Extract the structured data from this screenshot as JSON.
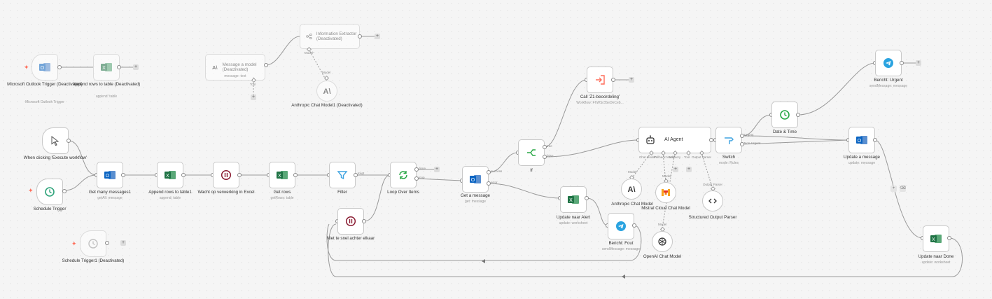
{
  "colors": {
    "wire": "#9a9a9a",
    "excel": "#1f7345",
    "outlook": "#0a64c2",
    "telegram": "#2aa3e0",
    "trigger_bolt": "#ff6d5a",
    "filter": "#3fa3e0",
    "loop": "#28a745",
    "wait": "#8a1c32"
  },
  "nodes": {
    "outlook_trigger": {
      "icon": "outlook-icon",
      "label": "Microsoft Outlook Trigger (Deactivated)",
      "sub": "Microsoft Outlook Trigger"
    },
    "append_rows": {
      "icon": "excel-icon",
      "label": "Append rows to table (Deactivated)",
      "sub": "append: table"
    },
    "message_model": {
      "icon": "anthropic-icon",
      "label": "Message a model (Deactivated)",
      "sub": "message: text"
    },
    "info_extractor": {
      "icon": "extractor-icon",
      "label": "Information Extractor (Deactivated)"
    },
    "anthropic_model1": {
      "icon": "anthropic-icon",
      "label": "Anthropic Chat Model1 (Deactivated)"
    },
    "manual_trigger": {
      "icon": "cursor-icon",
      "label": "When clicking 'Execute workflow'"
    },
    "schedule_trigger": {
      "icon": "clock-icon",
      "label": "Schedule Trigger"
    },
    "schedule_trigger1": {
      "icon": "clock-icon",
      "label": "Schedule Trigger1 (Deactivated)"
    },
    "get_many": {
      "icon": "outlook-icon",
      "label": "Get many messages1",
      "sub": "getAll: message"
    },
    "append_rows1": {
      "icon": "excel-icon",
      "label": "Append rows to table1",
      "sub": "append: table"
    },
    "wait_excel": {
      "icon": "pause-icon",
      "label": "Wacht op verwerking in Excel"
    },
    "get_rows": {
      "icon": "excel-icon",
      "label": "Get rows",
      "sub": "getRows: table"
    },
    "filter": {
      "icon": "filter-icon",
      "label": "Filter"
    },
    "loop": {
      "icon": "loop-icon",
      "label": "Loop Over Items"
    },
    "wait_slow": {
      "icon": "pause-icon",
      "label": "Niet te snel achter elkaar"
    },
    "get_message": {
      "icon": "outlook-icon",
      "label": "Get a message",
      "sub": "get: message"
    },
    "if_node": {
      "icon": "if-icon",
      "label": "If"
    },
    "call_z1": {
      "icon": "workflow-icon",
      "label": "Call 'Z1-beoordeling'",
      "sub": "Workflow: FhWSr3SeDeCeb..."
    },
    "ai_agent": {
      "icon": "robot-icon",
      "label": "AI Agent"
    },
    "switch": {
      "icon": "switch-icon",
      "label": "Switch",
      "sub": "mode: Rules"
    },
    "date_time": {
      "icon": "clock-icon",
      "label": "Date & Time"
    },
    "bericht_urgent": {
      "icon": "telegram-icon",
      "label": "Bericht: Urgent",
      "sub": "sendMessage: message"
    },
    "update_message": {
      "icon": "outlook-icon",
      "label": "Update a message",
      "sub": "update: message"
    },
    "anthropic_model": {
      "icon": "anthropic-icon",
      "label": "Anthropic Chat Model"
    },
    "mistral_model": {
      "icon": "mistral-icon",
      "label": "Mistral Cloud Chat Model"
    },
    "structured_parser": {
      "icon": "code-icon",
      "label": "Structured Output Parser"
    },
    "update_alert": {
      "icon": "excel-icon",
      "label": "Update naar Alert",
      "sub": "update: worksheet"
    },
    "bericht_fout": {
      "icon": "telegram-icon",
      "label": "Bericht: Fout",
      "sub": "sendMessage: message"
    },
    "openai_model": {
      "icon": "openai-icon",
      "label": "OpenAI Chat Model"
    },
    "update_done": {
      "icon": "excel-icon",
      "label": "Update naar Done",
      "sub": "update: worksheet"
    }
  },
  "port_labels": {
    "done": "done",
    "loop": "loop",
    "success": "success",
    "error": "error",
    "true": "true",
    "false": "false",
    "urgent": "Urgent",
    "non_urgent": "Non-Urgent",
    "model": "Model",
    "model_req": "Model*",
    "tool": "Tool",
    "chat_model": "Chat Model*",
    "fallback": "Fallback Model",
    "memory": "Memory",
    "output_parser": "Output Parser",
    "kept": "Kept"
  }
}
